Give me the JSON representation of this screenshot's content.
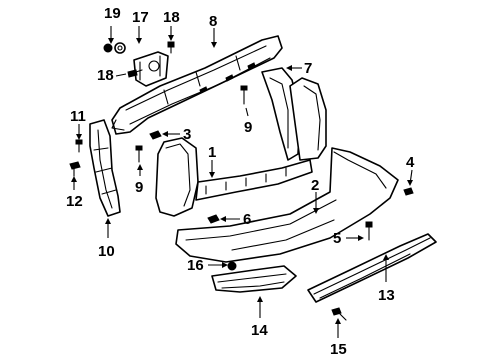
{
  "callouts": {
    "c1": "1",
    "c2": "2",
    "c3": "3",
    "c4": "4",
    "c5": "5",
    "c6": "6",
    "c7": "7",
    "c8": "8",
    "c9a": "9",
    "c9b": "9",
    "c10": "10",
    "c11": "11",
    "c12": "12",
    "c13": "13",
    "c14": "14",
    "c15": "15",
    "c16": "16",
    "c17": "17",
    "c18a": "18",
    "c18b": "18",
    "c19": "19"
  }
}
